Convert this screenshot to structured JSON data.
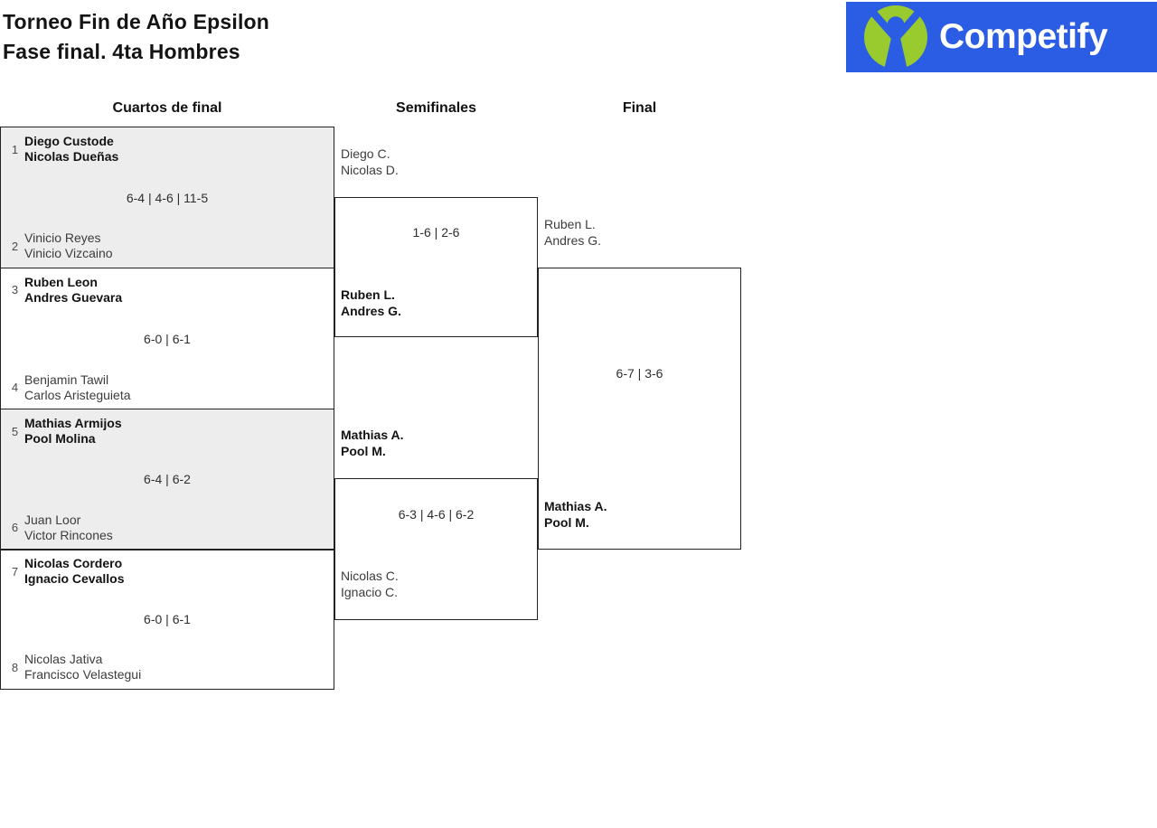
{
  "page": {
    "title_line1": "Torneo Fin de Año Epsilon",
    "title_line2": "Fase final. 4ta Hombres"
  },
  "logo": {
    "text": "Competify",
    "bg_color": "#2A5CE4",
    "mark_color": "#9ACB2E",
    "text_color": "#FFFFFF"
  },
  "round_headers": {
    "quarterfinals": "Cuartos de final",
    "semifinals": "Semifinales",
    "final": "Final"
  },
  "quarterfinals": [
    {
      "seed1": "1",
      "team1": {
        "line1": "Diego Custode",
        "line2": "Nicolas Dueñas",
        "winner": true
      },
      "score": "6-4 | 4-6 | 11-5",
      "seed2": "2",
      "team2": {
        "line1": "Vinicio Reyes",
        "line2": "Vinicio Vizcaino",
        "winner": false
      }
    },
    {
      "seed1": "3",
      "team1": {
        "line1": "Ruben Leon",
        "line2": "Andres Guevara",
        "winner": true
      },
      "score": "6-0 | 6-1",
      "seed2": "4",
      "team2": {
        "line1": "Benjamin Tawil",
        "line2": "Carlos Aristeguieta",
        "winner": false
      }
    },
    {
      "seed1": "5",
      "team1": {
        "line1": "Mathias Armijos",
        "line2": "Pool Molina",
        "winner": true
      },
      "score": "6-4 | 6-2",
      "seed2": "6",
      "team2": {
        "line1": "Juan Loor",
        "line2": "Victor Rincones",
        "winner": false
      }
    },
    {
      "seed1": "7",
      "team1": {
        "line1": "Nicolas Cordero",
        "line2": "Ignacio Cevallos",
        "winner": true
      },
      "score": "6-0 | 6-1",
      "seed2": "8",
      "team2": {
        "line1": "Nicolas Jativa",
        "line2": "Francisco Velastegui",
        "winner": false
      }
    }
  ],
  "semifinals": [
    {
      "team1": {
        "line1": "Diego C.",
        "line2": "Nicolas D.",
        "winner": false
      },
      "score": "1-6 | 2-6",
      "team2": {
        "line1": "Ruben L.",
        "line2": "Andres G.",
        "winner": true
      }
    },
    {
      "team1": {
        "line1": "Mathias A.",
        "line2": "Pool M.",
        "winner": true
      },
      "score": "6-3 | 4-6 | 6-2",
      "team2": {
        "line1": "Nicolas C.",
        "line2": "Ignacio C.",
        "winner": false
      }
    }
  ],
  "final": {
    "team1": {
      "line1": "Ruben L.",
      "line2": "Andres G.",
      "winner": false
    },
    "score": "6-7 | 3-6",
    "team2": {
      "line1": "Mathias A.",
      "line2": "Pool M.",
      "winner": true
    }
  }
}
